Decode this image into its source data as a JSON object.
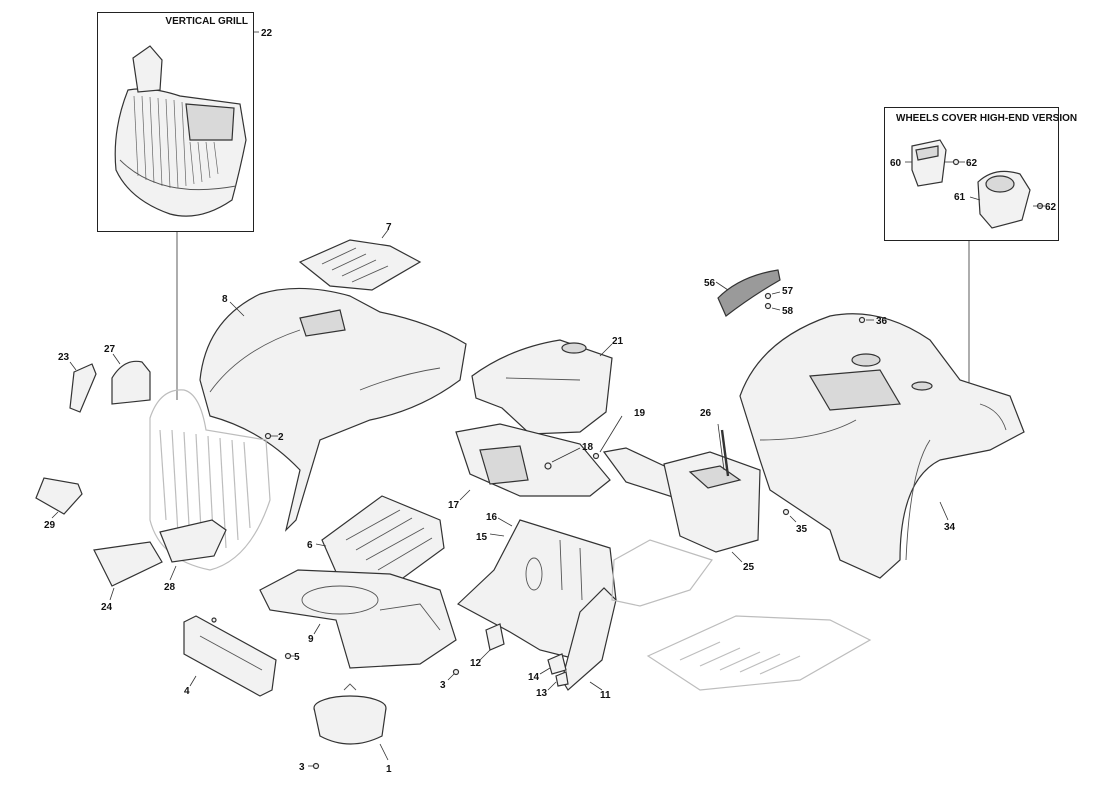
{
  "insets": {
    "vertical_grill": {
      "title": "VERTICAL GRILL"
    },
    "wheels_cover": {
      "title": "WHEELS COVER HIGH-END VERSION"
    }
  },
  "callouts": {
    "c1": "1",
    "c2": "2",
    "c3a": "3",
    "c3b": "3",
    "c4": "4",
    "c5": "5",
    "c6": "6",
    "c7": "7",
    "c8": "8",
    "c9": "9",
    "c11": "11",
    "c12": "12",
    "c13": "13",
    "c14": "14",
    "c15": "15",
    "c16": "16",
    "c17": "17",
    "c18": "18",
    "c19": "19",
    "c21": "21",
    "c22": "22",
    "c23": "23",
    "c24": "24",
    "c25": "25",
    "c26": "26",
    "c27": "27",
    "c28": "28",
    "c29": "29",
    "c34": "34",
    "c35": "35",
    "c36": "36",
    "c56": "56",
    "c57": "57",
    "c58": "58",
    "c60": "60",
    "c61": "61",
    "c62a": "62",
    "c62b": "62"
  },
  "colors": {
    "line": "#333333",
    "fill": "#f2f2f2",
    "ghost": "#bdbdbd"
  }
}
